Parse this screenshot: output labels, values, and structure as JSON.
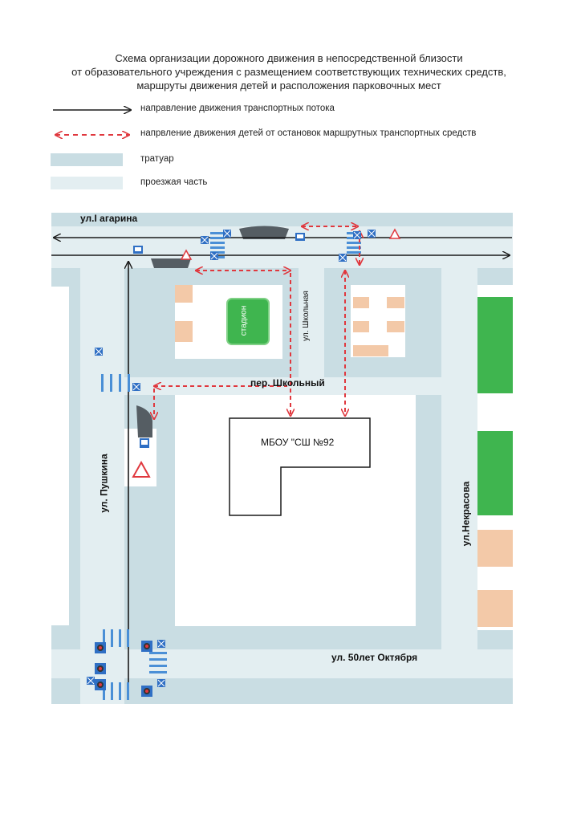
{
  "title": {
    "line1": "Схема организации дорожного движения в непосредственной близости",
    "line2": "от образовательного учреждения с размещением соответствующих технических средств,",
    "line3": "маршруты движения детей и расположения парковочных мест"
  },
  "legend": {
    "traffic_flow": "направление движения транспортных потока",
    "children_route": "напрвление движения детей от остановок маршрутных транспортных средств",
    "sidewalk": "тратуар",
    "roadway": "проезжая часть"
  },
  "streets": {
    "gagarina": "ул.I агарина",
    "shkolnaya": "ул. Школьная",
    "shkolny_lane": "пер. Школьный",
    "pushkina": "ул. Пушкина",
    "nekrasova": "ул.Некрасова",
    "oktyabrya": "ул. 50лет Октября"
  },
  "buildings": {
    "school": "МБОУ \"СШ №92",
    "stadium": "стадион"
  },
  "colors": {
    "sidewalk": "#c9dde3",
    "roadway": "#e3eef1",
    "route": "#e0383e",
    "flow": "#1a1a1a",
    "parking": "#f3c9a8",
    "green": "#3fb54f",
    "sign_blue": "#2f6fc4"
  },
  "icons": [
    "pedestrian-crossing-sign-icon",
    "traffic-light-icon",
    "bus-stop-sign-icon",
    "children-warning-sign-icon"
  ]
}
